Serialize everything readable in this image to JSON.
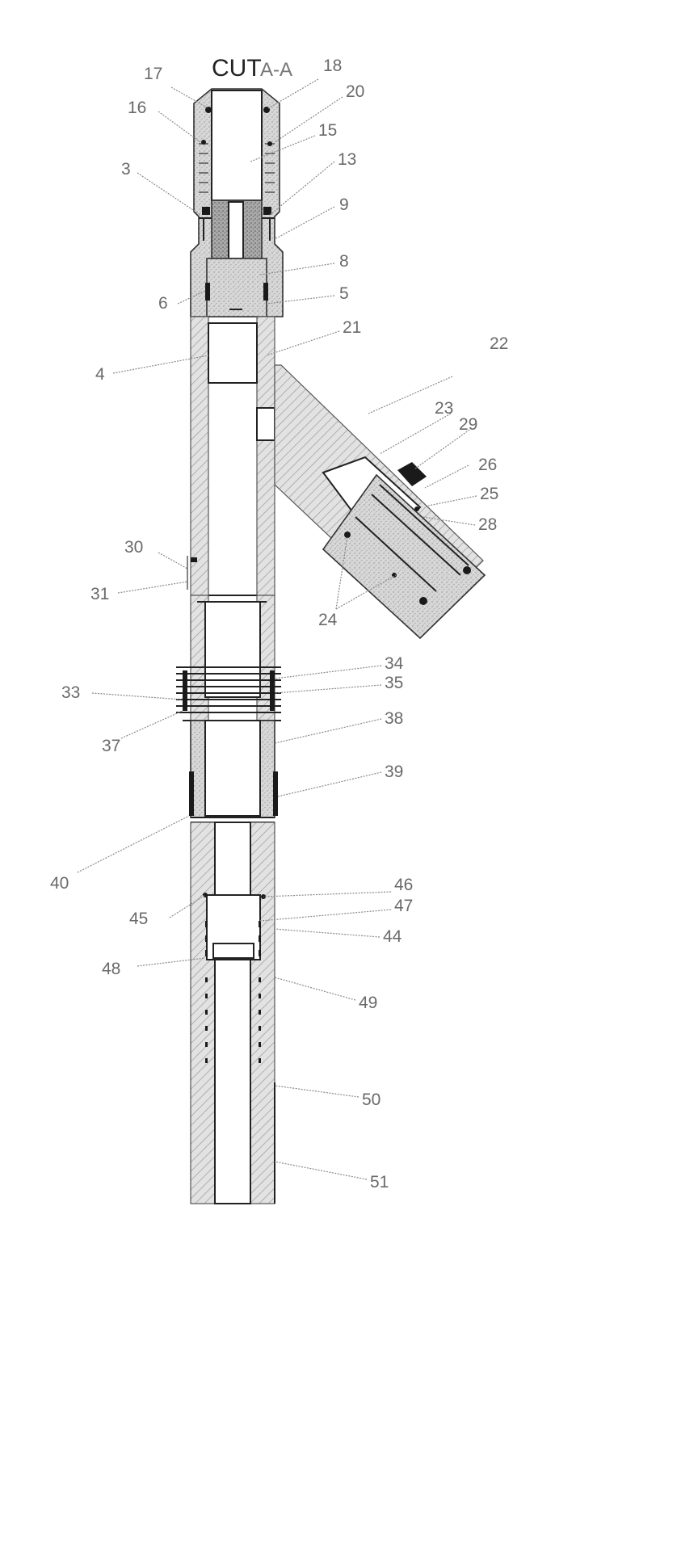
{
  "title": "CUT",
  "section": "A-A",
  "labels": {
    "n3": "3",
    "n4": "4",
    "n5": "5",
    "n6": "6",
    "n8": "8",
    "n9": "9",
    "n13": "13",
    "n15": "15",
    "n16": "16",
    "n17": "17",
    "n18": "18",
    "n20": "20",
    "n21": "21",
    "n22": "22",
    "n23": "23",
    "n24": "24",
    "n25": "25",
    "n26": "26",
    "n28": "28",
    "n29": "29",
    "n30": "30",
    "n31": "31",
    "n33": "33",
    "n34": "34",
    "n35": "35",
    "n37": "37",
    "n38": "38",
    "n39": "39",
    "n40": "40",
    "n44": "44",
    "n45": "45",
    "n46": "46",
    "n47": "47",
    "n48": "48",
    "n49": "49",
    "n50": "50",
    "n51": "51"
  }
}
